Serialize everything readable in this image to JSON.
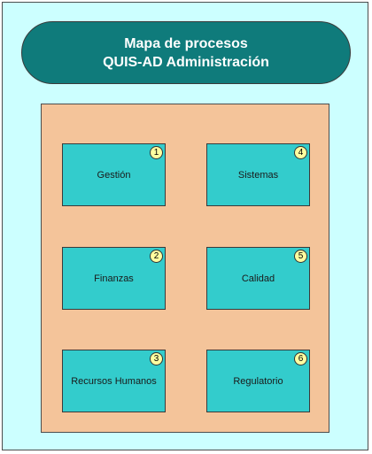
{
  "diagram": {
    "title_line1": "Mapa de procesos",
    "title_line2": "QUIS-AD Administración",
    "processes": [
      {
        "number": "1",
        "label": "Gestión"
      },
      {
        "number": "2",
        "label": "Finanzas"
      },
      {
        "number": "3",
        "label": "Recursos Humanos"
      },
      {
        "number": "4",
        "label": "Sistemas"
      },
      {
        "number": "5",
        "label": "Calidad"
      },
      {
        "number": "6",
        "label": "Regulatorio"
      }
    ]
  }
}
